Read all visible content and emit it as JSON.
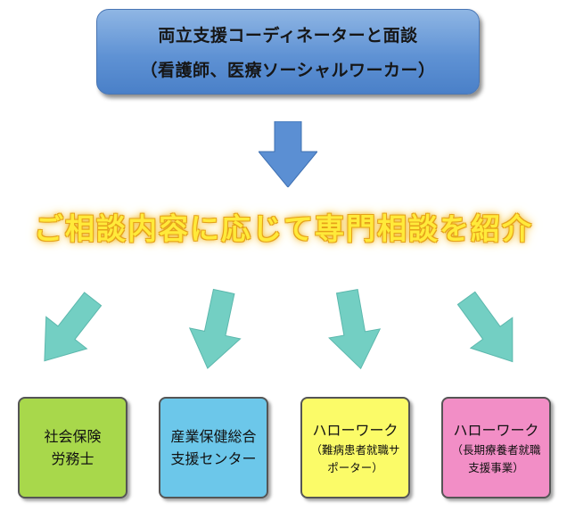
{
  "top_box": {
    "line1": "両立支援コーディネーターと面談",
    "line2": "（看護師、医療ソーシャルワーカー）"
  },
  "banner": "ご相談内容に応じて専門相談を紹介",
  "boxes": [
    {
      "lines": [
        "社会保険",
        "労務士"
      ]
    },
    {
      "lines": [
        "産業保健総合",
        "支援センター"
      ]
    },
    {
      "title": "ハローワーク",
      "sub": [
        "（難病患者就職サ",
        "ポーター）"
      ]
    },
    {
      "title": "ハローワーク",
      "sub": [
        "（長期療養者就職",
        "支援事業）"
      ]
    }
  ],
  "colors": {
    "top_box": "#5f92d4",
    "down_arrow": "#5b8fd3",
    "banner_text": "#ffea3a",
    "banner_glow": "#f5b730",
    "teal_arrows": "#73cfc3",
    "box_1": "#a8d84b",
    "box_2": "#6cc7ea",
    "box_3": "#fbfb68",
    "box_4": "#f28ec6"
  }
}
